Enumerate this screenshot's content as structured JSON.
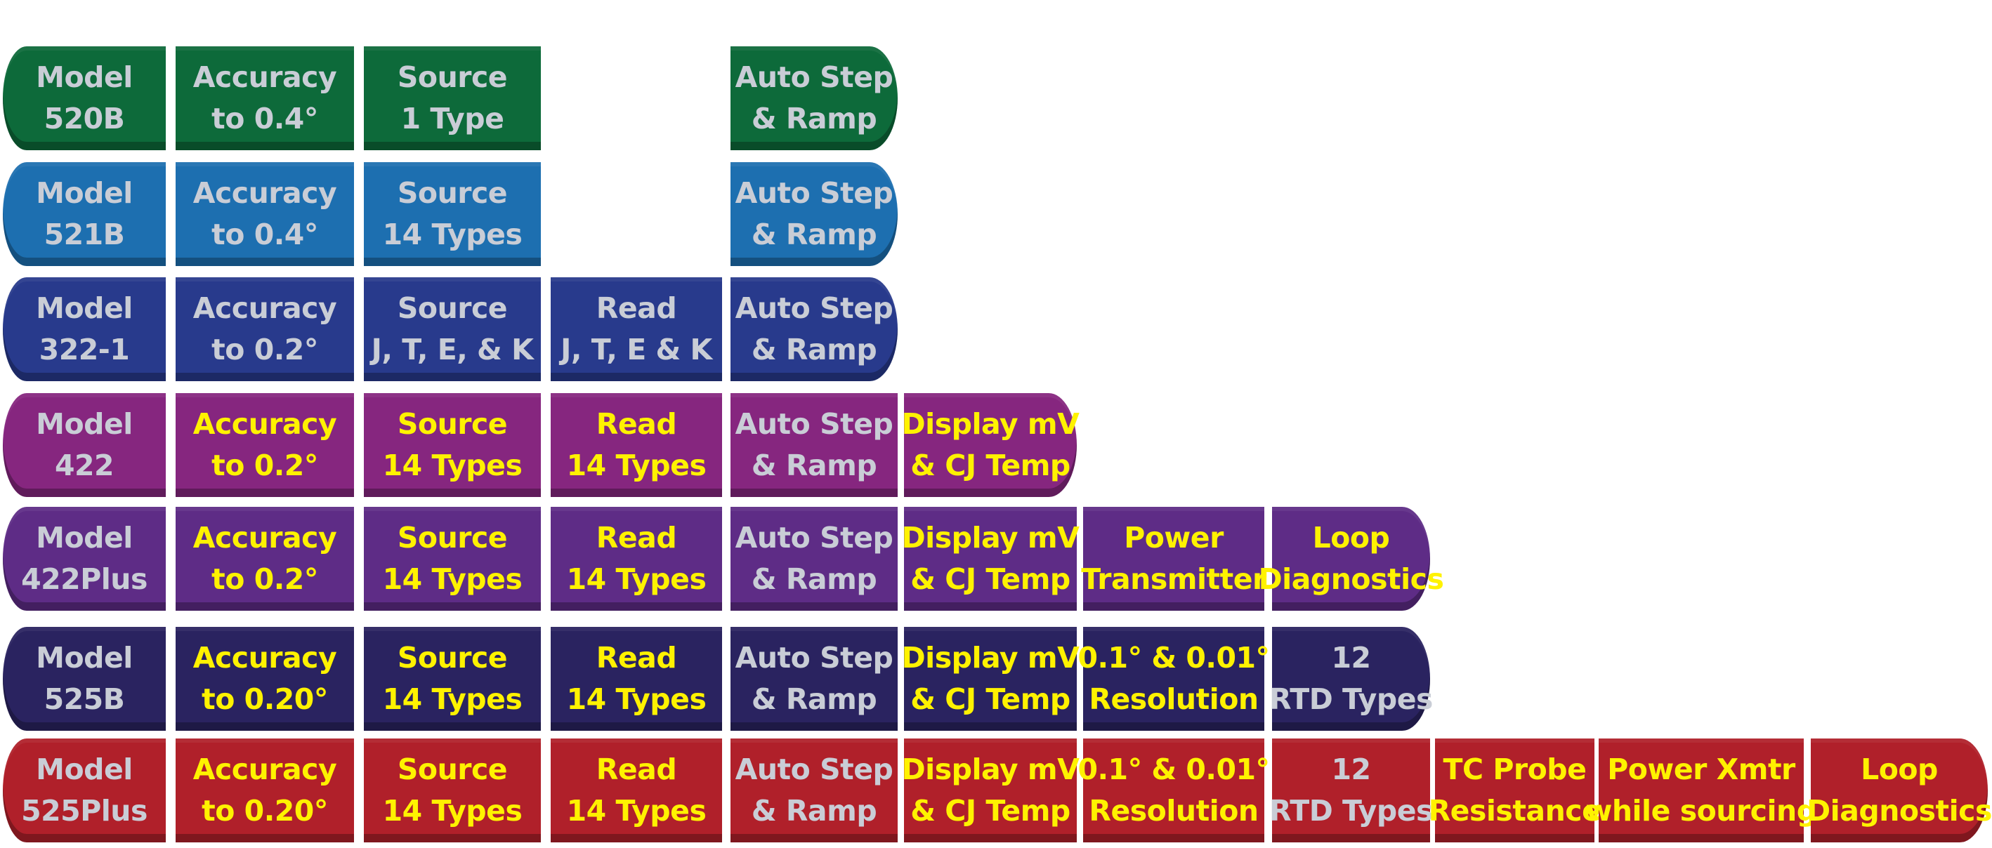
{
  "colors": {
    "green": "#0d6a3a",
    "blue": "#1d6fb0",
    "navy": "#283a8c",
    "magenta": "#86267f",
    "purple": "#5e2c86",
    "darknavy": "#2a2360",
    "red": "#b0202a",
    "text_gray": "#c9cdd6",
    "text_yellow": "#fff200"
  },
  "rows": [
    {
      "color": "green",
      "cells": [
        {
          "col": 0,
          "lines": [
            "Model",
            "520B"
          ],
          "tone": "gray"
        },
        {
          "col": 1,
          "lines": [
            "Accuracy",
            "to 0.4°"
          ],
          "tone": "gray"
        },
        {
          "col": 2,
          "lines": [
            "Source",
            "1 Type"
          ],
          "tone": "gray"
        },
        {
          "col": 4,
          "lines": [
            "Auto Step",
            "& Ramp"
          ],
          "tone": "gray"
        }
      ]
    },
    {
      "color": "blue",
      "cells": [
        {
          "col": 0,
          "lines": [
            "Model",
            "521B"
          ],
          "tone": "gray"
        },
        {
          "col": 1,
          "lines": [
            "Accuracy",
            "to 0.4°"
          ],
          "tone": "gray"
        },
        {
          "col": 2,
          "lines": [
            "Source",
            "14 Types"
          ],
          "tone": "gray"
        },
        {
          "col": 4,
          "lines": [
            "Auto Step",
            "& Ramp"
          ],
          "tone": "gray"
        }
      ]
    },
    {
      "color": "navy",
      "cells": [
        {
          "col": 0,
          "lines": [
            "Model",
            "322-1"
          ],
          "tone": "gray"
        },
        {
          "col": 1,
          "lines": [
            "Accuracy",
            "to 0.2°"
          ],
          "tone": "gray"
        },
        {
          "col": 2,
          "lines": [
            "Source",
            "J, T, E, & K"
          ],
          "tone": "gray"
        },
        {
          "col": 3,
          "lines": [
            "Read",
            "J, T, E & K"
          ],
          "tone": "gray"
        },
        {
          "col": 4,
          "lines": [
            "Auto Step",
            "& Ramp"
          ],
          "tone": "gray"
        }
      ]
    },
    {
      "color": "magenta",
      "cells": [
        {
          "col": 0,
          "lines": [
            "Model",
            "422"
          ],
          "tone": "gray"
        },
        {
          "col": 1,
          "lines": [
            "Accuracy",
            "to 0.2°"
          ],
          "tone": "yellow"
        },
        {
          "col": 2,
          "lines": [
            "Source",
            "14 Types"
          ],
          "tone": "yellow"
        },
        {
          "col": 3,
          "lines": [
            "Read",
            "14 Types"
          ],
          "tone": "yellow"
        },
        {
          "col": 4,
          "lines": [
            "Auto Step",
            "& Ramp"
          ],
          "tone": "gray"
        },
        {
          "col": 5,
          "lines": [
            "Display mV",
            "& CJ Temp"
          ],
          "tone": "yellow"
        }
      ]
    },
    {
      "color": "purple",
      "cells": [
        {
          "col": 0,
          "lines": [
            "Model",
            "422Plus"
          ],
          "tone": "gray"
        },
        {
          "col": 1,
          "lines": [
            "Accuracy",
            "to 0.2°"
          ],
          "tone": "yellow"
        },
        {
          "col": 2,
          "lines": [
            "Source",
            "14 Types"
          ],
          "tone": "yellow"
        },
        {
          "col": 3,
          "lines": [
            "Read",
            "14 Types"
          ],
          "tone": "yellow"
        },
        {
          "col": 4,
          "lines": [
            "Auto Step",
            "& Ramp"
          ],
          "tone": "gray"
        },
        {
          "col": 5,
          "lines": [
            "Display mV",
            "& CJ Temp"
          ],
          "tone": "yellow"
        },
        {
          "col": 6,
          "lines": [
            "Power",
            "Transmitter"
          ],
          "tone": "yellow"
        },
        {
          "col": 7,
          "lines": [
            "Loop",
            "Diagnostics"
          ],
          "tone": "yellow"
        }
      ]
    },
    {
      "color": "darknavy",
      "cells": [
        {
          "col": 0,
          "lines": [
            "Model",
            "525B"
          ],
          "tone": "gray"
        },
        {
          "col": 1,
          "lines": [
            "Accuracy",
            "to 0.20°"
          ],
          "tone": "yellow"
        },
        {
          "col": 2,
          "lines": [
            "Source",
            "14 Types"
          ],
          "tone": "yellow"
        },
        {
          "col": 3,
          "lines": [
            "Read",
            "14 Types"
          ],
          "tone": "yellow"
        },
        {
          "col": 4,
          "lines": [
            "Auto Step",
            "& Ramp"
          ],
          "tone": "gray"
        },
        {
          "col": 5,
          "lines": [
            "Display mV",
            "& CJ Temp"
          ],
          "tone": "yellow"
        },
        {
          "col": 6,
          "lines": [
            "0.1° & 0.01°",
            "Resolution"
          ],
          "tone": "yellow"
        },
        {
          "col": 7,
          "lines": [
            "12",
            "RTD Types"
          ],
          "tone": "gray"
        }
      ]
    },
    {
      "color": "red",
      "cells": [
        {
          "col": 0,
          "lines": [
            "Model",
            "525Plus"
          ],
          "tone": "gray"
        },
        {
          "col": 1,
          "lines": [
            "Accuracy",
            "to 0.20°"
          ],
          "tone": "yellow"
        },
        {
          "col": 2,
          "lines": [
            "Source",
            "14 Types"
          ],
          "tone": "yellow"
        },
        {
          "col": 3,
          "lines": [
            "Read",
            "14 Types"
          ],
          "tone": "yellow"
        },
        {
          "col": 4,
          "lines": [
            "Auto Step",
            "& Ramp"
          ],
          "tone": "gray"
        },
        {
          "col": 5,
          "lines": [
            "Display mV",
            "& CJ Temp"
          ],
          "tone": "yellow"
        },
        {
          "col": 6,
          "lines": [
            "0.1° & 0.01°",
            "Resolution"
          ],
          "tone": "yellow"
        },
        {
          "col": 7,
          "lines": [
            "12",
            "RTD Types"
          ],
          "tone": "gray"
        },
        {
          "col": 8,
          "lines": [
            "TC Probe",
            "Resistance"
          ],
          "tone": "yellow"
        },
        {
          "col": 9,
          "lines": [
            "Power Xmtr",
            "while sourcing"
          ],
          "tone": "yellow"
        },
        {
          "col": 10,
          "lines": [
            "Loop",
            "Diagnostics"
          ],
          "tone": "yellow"
        }
      ]
    }
  ]
}
